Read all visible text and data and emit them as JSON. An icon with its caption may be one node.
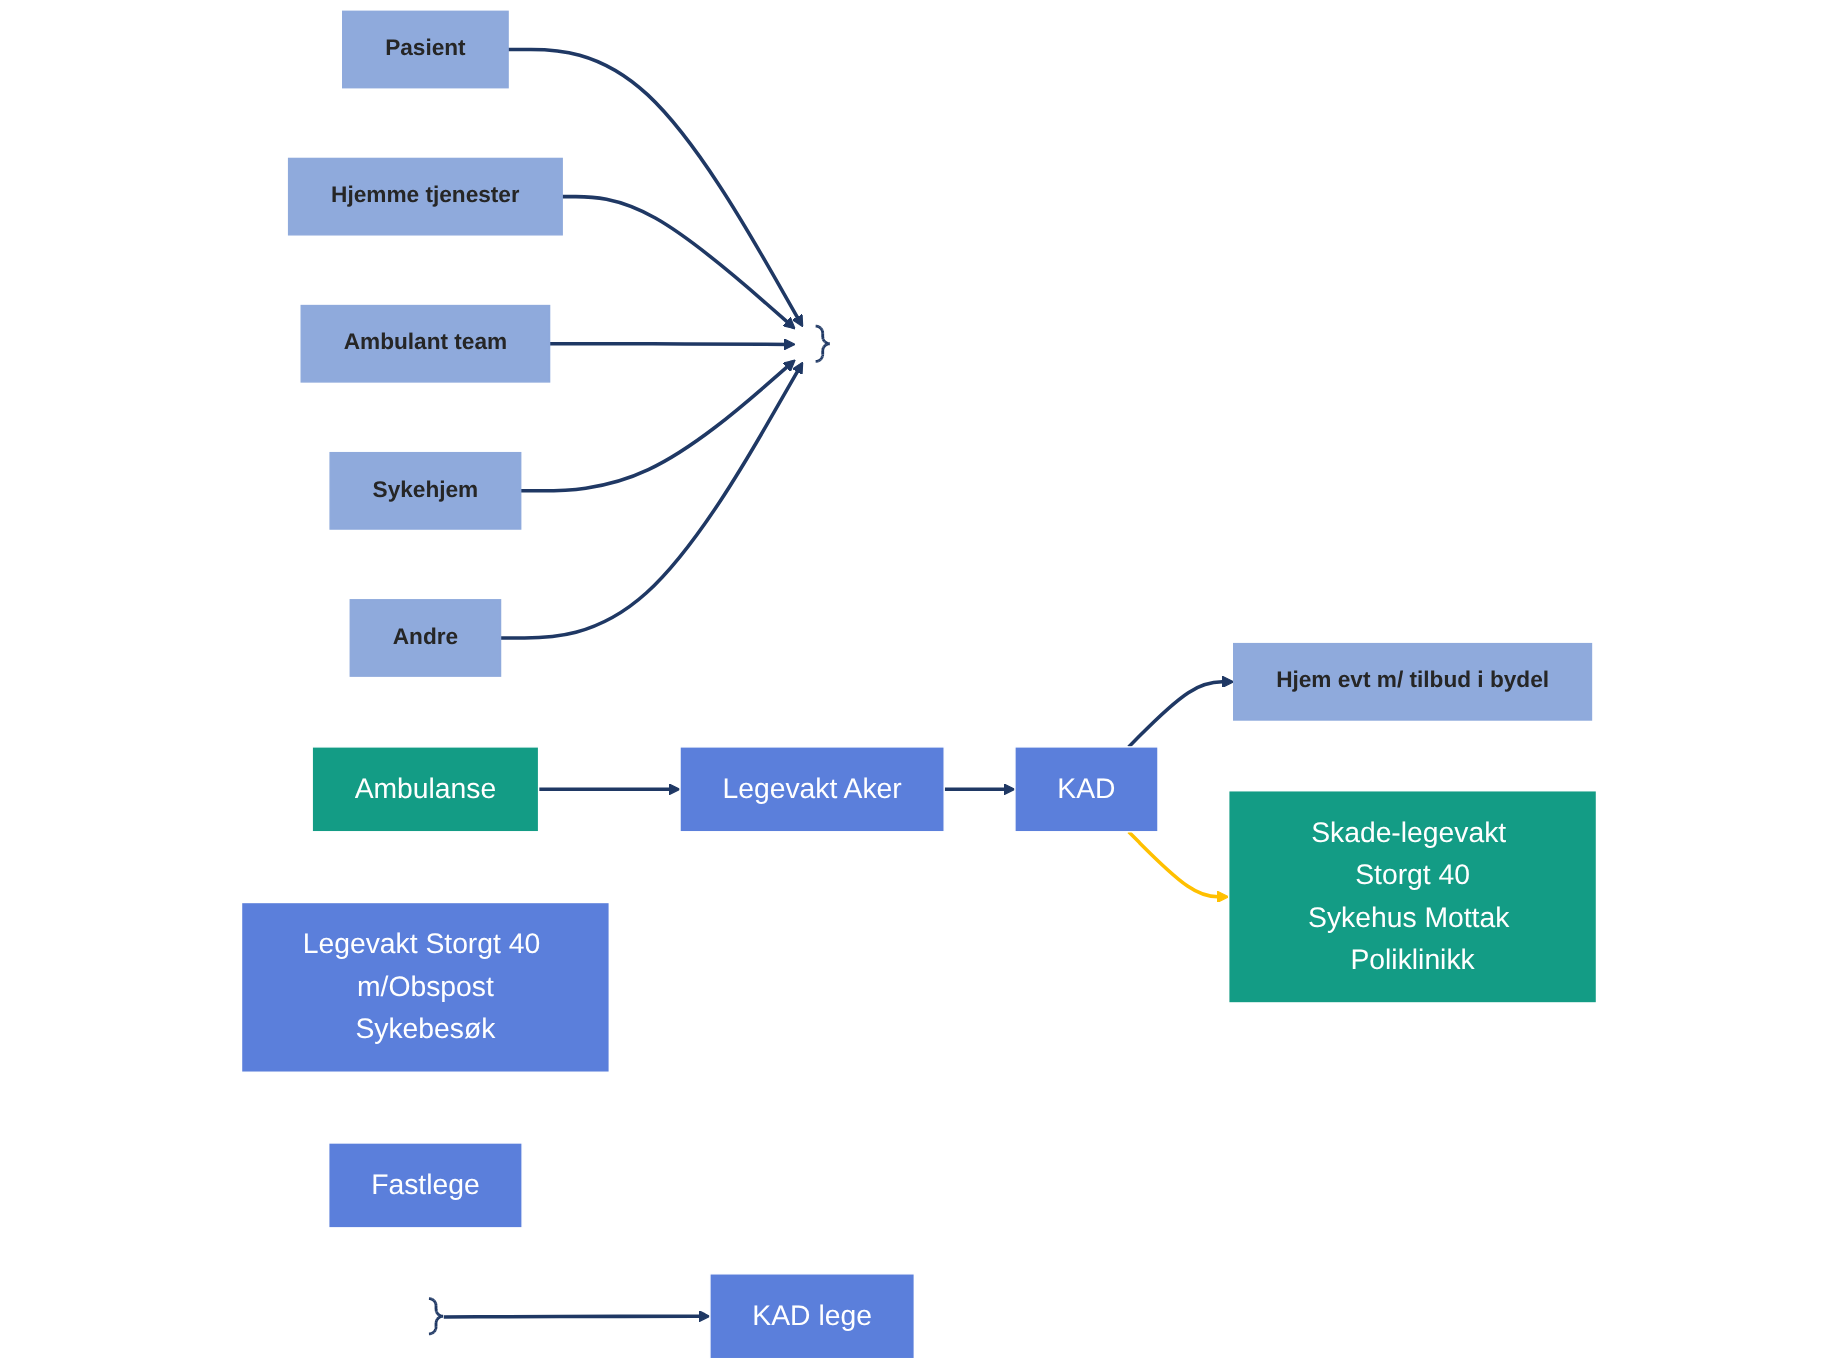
{
  "diagram": {
    "nodes": [
      {
        "text": [
          "Pasient"
        ]
      },
      {
        "text": [
          "Hjemme tjenester"
        ]
      },
      {
        "text": [
          "Ambulant team"
        ]
      },
      {
        "text": [
          "Sykehjem"
        ]
      },
      {
        "text": [
          "Andre"
        ]
      },
      {
        "text": [],
        "shape": "brace"
      },
      {
        "text": [
          "Ambulanse"
        ]
      },
      {
        "text": [
          "Legevakt Aker"
        ]
      },
      {
        "text": [
          "Legevakt Storgt 40 m/Obspost",
          "Sykebesøk"
        ]
      },
      {
        "text": [
          "Fastlege"
        ]
      },
      {
        "text": [
          "Skade-legevakt Storgt 40",
          "Sykehus Mottak Poliklinikk"
        ]
      },
      {
        "text": [],
        "shape": "brace"
      },
      {
        "text": [
          "KAD"
        ]
      },
      {
        "text": [
          "KAD lege"
        ]
      },
      {
        "text": [
          "Hjem evt m/ tilbud i bydel"
        ]
      }
    ],
    "edges": [
      {
        "from": 0,
        "to": 5,
        "arrow": "to"
      },
      {
        "from": 1,
        "to": 5,
        "arrow": "to"
      },
      {
        "from": 2,
        "to": 5,
        "arrow": "to"
      },
      {
        "from": 3,
        "to": 5,
        "arrow": "to"
      },
      {
        "from": 4,
        "to": 5,
        "arrow": "to"
      },
      {
        "from": 6,
        "to": 7,
        "arrow": "to"
      },
      {
        "from": 7,
        "to": 12,
        "arrow": "to"
      },
      {
        "from": 11,
        "to": 13,
        "arrow": "to"
      },
      {
        "from": 12,
        "to": 14,
        "arrow": "to"
      },
      {
        "from": 12,
        "to": 10,
        "arrow": "to",
        "color": "#ffc000"
      }
    ]
  }
}
